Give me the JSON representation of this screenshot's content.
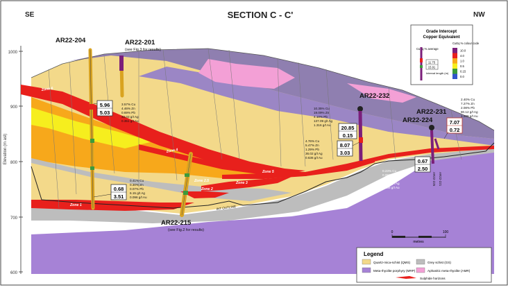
{
  "header": {
    "left": "SE",
    "title": "SECTION C - C'",
    "right": "NW"
  },
  "axis": {
    "label": "Elevation (m asl)",
    "ticks": [
      "1000",
      "900",
      "800",
      "700",
      "600"
    ]
  },
  "holes": {
    "ar22_204": "AR22-204",
    "ar22_201": "AR22-201",
    "ar22_201_note": "(see Fig.3 for results)",
    "ar22_215": "AR22-215",
    "ar22_215_note": "(see Fig.2 for results)",
    "ar22_232": "AR22-232",
    "ar22_231": "AR22-231",
    "ar22_224": "AR22-224",
    "small_225": "AR22-225",
    "small_221": "AR22-221"
  },
  "intercept_boxes": {
    "b1": {
      "top": "5.96",
      "bottom": "5.03"
    },
    "b2": {
      "top": "0.68",
      "bottom": "3.51"
    },
    "b3": {
      "top": "20.85",
      "bottom": "0.15"
    },
    "b4": {
      "top": "8.07",
      "bottom": "3.03"
    },
    "b5": {
      "top": "0.67",
      "bottom": "2.50"
    },
    "b6": {
      "top": "7.07",
      "bottom": "0.72"
    }
  },
  "assays": {
    "a1": [
      "3.57% Cu",
      "4.46% Zn",
      "0.69% Pb",
      "33.03 g/t Ag",
      "0.351 g/t Au"
    ],
    "a2": [
      "0.41% Cu",
      "0.30% Zn",
      "0.07% Pb",
      "6.15 g/t Ag",
      "0.096 g/t Au"
    ],
    "a3": [
      "10.35% Cu",
      "19.09% Zn",
      "4.10% Pb",
      "137.09 g/t Ag",
      "1.316 g/t Au"
    ],
    "a4": [
      "4.76% Cu",
      "5.47% Zn",
      "1.29% Pb",
      "36.02 g/t Ag",
      "0.636 g/t Au"
    ],
    "a5": [
      "0.23% Cu",
      "0.05% Zn",
      "0.43% Pb",
      "21.30 g/t Ag",
      "0.138 g/t Au"
    ],
    "a6": [
      "2.40% Cu",
      "7.27% Zn",
      "2.08% Pb",
      "80.12 g/t Ag",
      "1.209 g/t Au"
    ]
  },
  "zones": {
    "z1": "Zone 1",
    "z2": "Zone 2",
    "z25": "Zone 2.5",
    "z3": "Zone 3",
    "z4": "Zone 4",
    "z5": "Zone 5",
    "z6": "Zone 6"
  },
  "int_outline": "INT OUTLINE",
  "grade_box": {
    "title": "Grade Intercept",
    "subtitle": "Copper Equivalent",
    "avg_label": "CuEq % average",
    "colour_label": "CuEq % colour code",
    "interval_label": "Interval length (m)",
    "sample_top": "11.75",
    "sample_bottom": "15.91",
    "scale": [
      "10.0",
      "4.0",
      "1.0",
      "0.5",
      "0.15",
      "0.0"
    ],
    "scale_colors": [
      "#7b1f7a",
      "#e8201c",
      "#f7a81b",
      "#f6ee1e",
      "#3c9b3c",
      "#3355cc"
    ]
  },
  "scale_bar": {
    "zero": "0",
    "hundred": "100",
    "unit": "metres"
  },
  "legend": {
    "title": "Legend",
    "items": [
      {
        "label": "Quartz-mica-schist (QMS)",
        "color": "#f3d98a"
      },
      {
        "label": "Grey schist (GS)",
        "color": "#bdbdbd"
      },
      {
        "label": "Meta-rhyolite porphyry (MRP)",
        "color": "#a682d6"
      },
      {
        "label": "Aphanitic meta-rhyolite (AMR)",
        "color": "#f3a0d6"
      },
      {
        "label": "Sulphide horizons",
        "color": "#e8201c"
      }
    ]
  }
}
